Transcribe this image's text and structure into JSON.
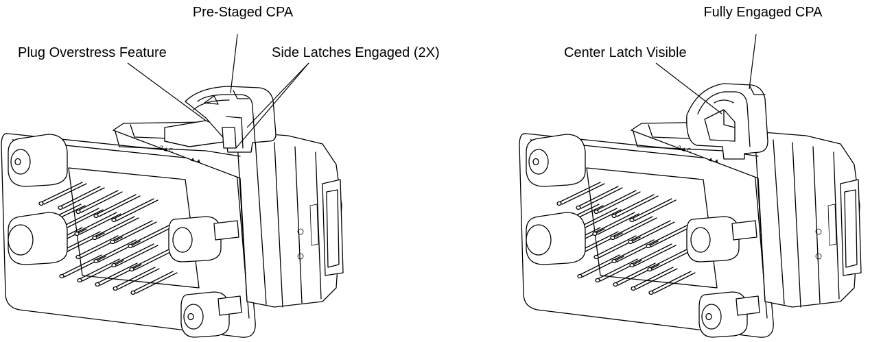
{
  "figures": [
    {
      "callouts": [
        {
          "label": "Pre-Staged CPA"
        },
        {
          "label": "Plug Overstress Feature"
        },
        {
          "label": "Side Latches Engaged (2X)"
        }
      ]
    },
    {
      "callouts": [
        {
          "label": "Fully Engaged CPA"
        },
        {
          "label": "Center Latch Visible"
        }
      ]
    }
  ],
  "colors": {
    "line": "#000000",
    "background": "#ffffff"
  }
}
